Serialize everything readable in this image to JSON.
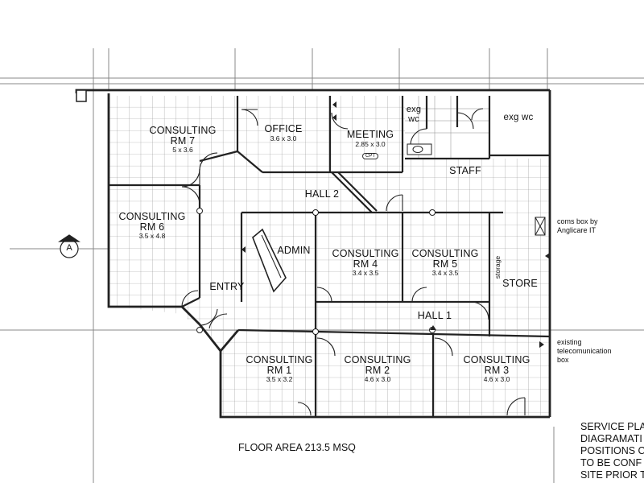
{
  "rooms": {
    "rm7": {
      "name_line1": "CONSULTING",
      "name_line2": "RM 7",
      "dims": "5 x 3.6"
    },
    "office": {
      "name": "OFFICE",
      "dims": "3.6 x 3.0"
    },
    "meeting": {
      "name": "MEETING",
      "dims": "2.85 x 3.0",
      "badge": "CPT"
    },
    "exg_wc_small": {
      "line1": "exg",
      "line2": "wc"
    },
    "exg_wc": {
      "name": "exg wc"
    },
    "staff": {
      "name": "STAFF"
    },
    "hall2": {
      "name": "HALL 2"
    },
    "rm6": {
      "name_line1": "CONSULTING",
      "name_line2": "RM 6",
      "dims": "3.5 x 4.8"
    },
    "admin": {
      "name": "ADMIN"
    },
    "rm4": {
      "name_line1": "CONSULTING",
      "name_line2": "RM 4",
      "dims": "3.4 x 3.5"
    },
    "rm5": {
      "name_line1": "CONSULTING",
      "name_line2": "RM 5",
      "dims": "3.4 x 3.5"
    },
    "storage": {
      "name": "storage"
    },
    "store": {
      "name": "STORE"
    },
    "entry": {
      "name": "ENTRY"
    },
    "hall1": {
      "name": "HALL 1"
    },
    "rm1": {
      "name_line1": "CONSULTING",
      "name_line2": "RM 1",
      "dims": "3.5 x 3.2"
    },
    "rm2": {
      "name_line1": "CONSULTING",
      "name_line2": "RM 2",
      "dims": "4.6 x 3.0"
    },
    "rm3": {
      "name_line1": "CONSULTING",
      "name_line2": "RM 3",
      "dims": "4.6 x 3.0"
    }
  },
  "annotations": {
    "coms_box_line1": "coms box by",
    "coms_box_line2": "Anglicare IT",
    "telecom_line1": "existing",
    "telecom_line2": "telecomunication",
    "telecom_line3": "box",
    "section_marker": "A",
    "floor_area": "FLOOR AREA 213.5 MSQ",
    "service_lines": [
      "SERVICE PLA",
      "DIAGRAMATI",
      "POSITIONS C",
      "TO BE CONF",
      "SITE PRIOR T"
    ]
  }
}
